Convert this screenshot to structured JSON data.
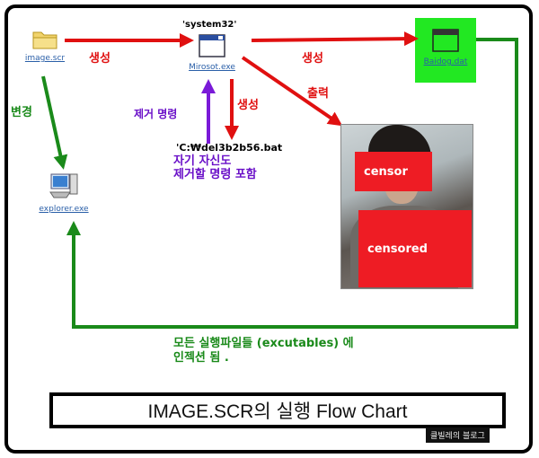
{
  "nodes": {
    "image_scr": "image.scr",
    "mirosot_exe": "Mirosot.exe",
    "system32": "'system32'",
    "baidog_dat": "Baidog.dat",
    "explorer_exe": "explorer.exe",
    "bat_file": "'C:₩del3b2b56.bat"
  },
  "labels": {
    "create_1": "생성",
    "create_2": "생성",
    "create_3": "생성",
    "output": "출력",
    "change": "변경",
    "remove_cmd": "제거 명령",
    "self_remove_line1": "자기 자신도",
    "self_remove_line2": "제거할 명령 포함",
    "infect_line1": "모든 실행파일들 (excutables) 에",
    "infect_line2": "인젝션 됨 ."
  },
  "censor": {
    "top": "censor",
    "bottom": "censored"
  },
  "title": "IMAGE.SCR의 실행 Flow Chart",
  "watermark": "클빌레의 블로그",
  "colors": {
    "red_arrow": "#e01010",
    "green_arrow": "#1a8a1a",
    "purple_arrow": "#7a1ad8",
    "highlight_green": "#22e822",
    "censor_red": "#ee1c24"
  },
  "icons": {
    "image_scr": "folder-icon",
    "mirosot_exe": "window-icon",
    "baidog_dat": "window-icon",
    "explorer_exe": "computer-icon"
  }
}
